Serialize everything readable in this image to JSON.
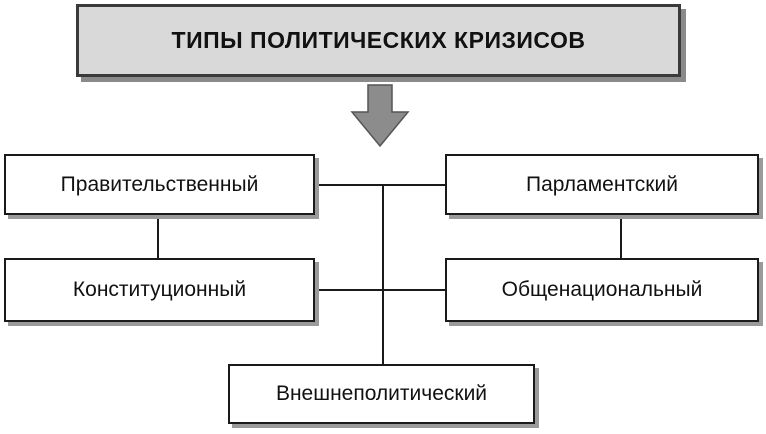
{
  "title": "ТИПЫ ПОЛИТИЧЕСКИХ КРИЗИСОВ",
  "types": {
    "government": "Правительственный",
    "parliamentary": "Парламентский",
    "constitutional": "Конституционный",
    "national": "Общенациональный",
    "foreign_policy": "Внешнеполитический"
  },
  "colors": {
    "title_fill": "#d9d9d9",
    "border": "#1a1a1a",
    "arrow": "#8c8c8c"
  }
}
